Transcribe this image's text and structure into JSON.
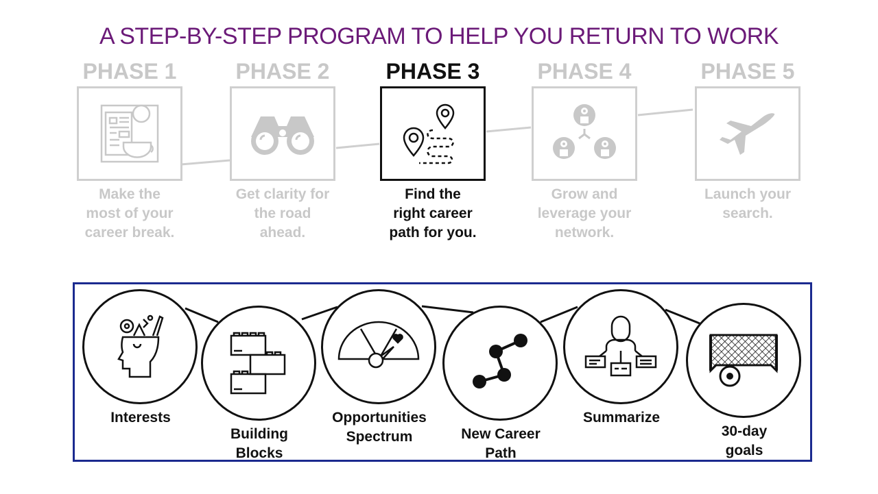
{
  "title": "A STEP-BY-STEP PROGRAM TO HELP YOU RETURN TO WORK",
  "colors": {
    "title": "#6b1a78",
    "inactive": "#c8c8c8",
    "active": "#111111",
    "frame": "#1b2a8f"
  },
  "phases": [
    {
      "label": "PHASE 1",
      "description_lines": [
        "Make the",
        "most of your",
        "career break."
      ],
      "icon": "newspaper-coffee-icon",
      "active": false
    },
    {
      "label": "PHASE 2",
      "description_lines": [
        "Get clarity for",
        "the road",
        "ahead."
      ],
      "icon": "binoculars-icon",
      "active": false
    },
    {
      "label": "PHASE 3",
      "description_lines": [
        "Find the",
        "right career",
        "path for you."
      ],
      "icon": "map-route-icon",
      "active": true
    },
    {
      "label": "PHASE 4",
      "description_lines": [
        "Grow and",
        "leverage your",
        "network."
      ],
      "icon": "network-people-icon",
      "active": false
    },
    {
      "label": "PHASE 5",
      "description_lines": [
        "Launch your",
        "search."
      ],
      "icon": "airplane-icon",
      "active": false
    }
  ],
  "steps": [
    {
      "label_lines": [
        "Interests"
      ],
      "icon": "head-ideas-icon"
    },
    {
      "label_lines": [
        "Building",
        "Blocks"
      ],
      "icon": "building-blocks-icon"
    },
    {
      "label_lines": [
        "Opportunities",
        "Spectrum"
      ],
      "icon": "gauge-heart-icon"
    },
    {
      "label_lines": [
        "New Career",
        "Path"
      ],
      "icon": "connected-dots-icon"
    },
    {
      "label_lines": [
        "Summarize"
      ],
      "icon": "person-org-chart-icon"
    },
    {
      "label_lines": [
        "30-day",
        "goals"
      ],
      "icon": "soccer-goal-icon"
    }
  ]
}
